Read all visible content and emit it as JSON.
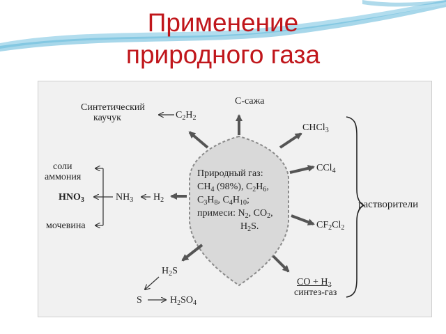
{
  "slide": {
    "title_line1": "Применение",
    "title_line2": "природного газа"
  },
  "colors": {
    "title": "#c0161b",
    "swoosh": "#5fb6d8",
    "panel_bg": "#f1f1f1",
    "arrow": "#555555",
    "gas_fill": "#d6d6d6"
  },
  "diagram": {
    "center": {
      "title": "Природный газ:",
      "line2_a": "CH",
      "line2_a_sub": "4",
      "line2_b": " (98%), C",
      "line2_b_sub": "2",
      "line2_c": "H",
      "line2_c_sub": "6",
      "line2_d": ",",
      "line3_a": "C",
      "line3_a_sub": "3",
      "line3_b": "H",
      "line3_b_sub": "8",
      "line3_c": ", C",
      "line3_c_sub": "4",
      "line3_d": "H",
      "line3_d_sub": "10",
      "line3_e": ";",
      "line4_a": "примеси: N",
      "line4_a_sub": "2",
      "line4_b": ", CO",
      "line4_b_sub": "2",
      "line4_c": ",",
      "line5_a": "H",
      "line5_a_sub": "2",
      "line5_b": "S."
    },
    "soot": "C-сажа",
    "synthetic_rubber_line1": "Синтетический",
    "synthetic_rubber_line2": "каучук",
    "c2h2_a": "C",
    "c2h2_a_sub": "2",
    "c2h2_b": "H",
    "c2h2_b_sub": "2",
    "salts_line1": "соли",
    "salts_line2": "аммония",
    "hno3_a": "HNO",
    "hno3_a_sub": "3",
    "nh3_a": "NH",
    "nh3_a_sub": "3",
    "h2_a": "H",
    "h2_a_sub": "2",
    "urea": "мочевина",
    "chcl3_a": "CHCl",
    "chcl3_a_sub": "3",
    "ccl4_a": "CCl",
    "ccl4_a_sub": "4",
    "cf2cl2_a": "CF",
    "cf2cl2_a_sub": "2",
    "cf2cl2_b": "Cl",
    "cf2cl2_b_sub": "2",
    "solvents": "растворители",
    "h2s_a": "H",
    "h2s_a_sub": "2",
    "h2s_b": "S",
    "sulfur": "S",
    "h2so4_a": "H",
    "h2so4_a_sub": "2",
    "h2so4_b": "SO",
    "h2so4_b_sub": "4",
    "syngas_a": "CO + H",
    "syngas_a_sub": "2",
    "syngas_line2": "синтез-газ"
  }
}
